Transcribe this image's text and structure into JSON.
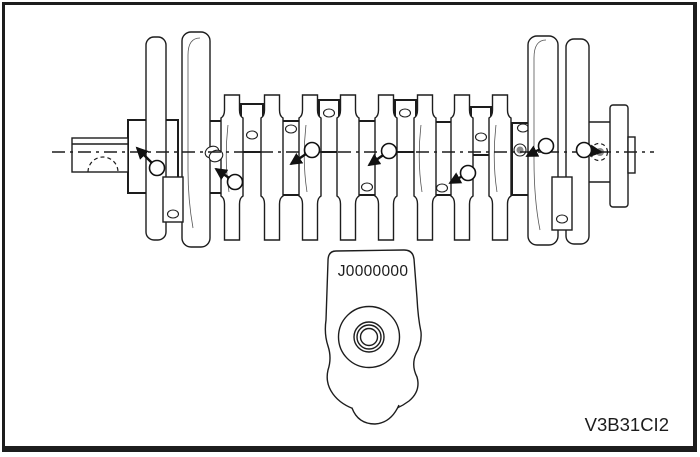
{
  "figure": {
    "subject": "crankshaft-oil-hole-diagram",
    "tool_label": "J0000000",
    "figure_code": "V3B31CI2",
    "callout_arrow_count": 7
  },
  "colors": {
    "line": "#1d1d1d",
    "background": "#ffffff",
    "shade": "#8a8a8a"
  }
}
